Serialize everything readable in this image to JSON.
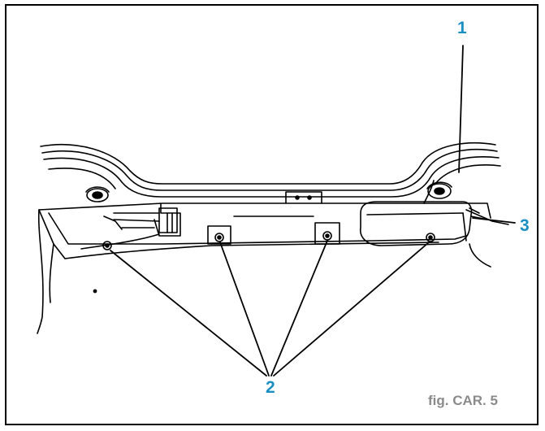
{
  "colors": {
    "callout": "#1a8fc2",
    "caption": "#8a8a8a",
    "line": "#000000"
  },
  "callouts": {
    "c1": "1",
    "c2": "2",
    "c3": "3"
  },
  "figure_label": "fig. CAR. 5"
}
